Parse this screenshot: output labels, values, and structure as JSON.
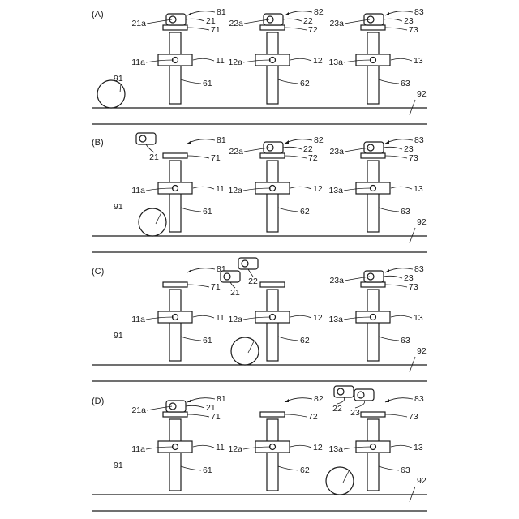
{
  "panels": [
    {
      "label": "(A)",
      "ball_label": "91",
      "rail_label": "92",
      "stations": [
        {
          "dest": "81",
          "lower": "11",
          "lower_a": "11a",
          "post": "61",
          "top": "71",
          "carrier": "21",
          "carrier_a": "21a"
        },
        {
          "dest": "82",
          "lower": "12",
          "lower_a": "12a",
          "post": "62",
          "top": "72",
          "carrier": "22",
          "carrier_a": "22a"
        },
        {
          "dest": "83",
          "lower": "13",
          "lower_a": "13a",
          "post": "63",
          "top": "73",
          "carrier": "23",
          "carrier_a": "23a"
        }
      ],
      "loose": []
    },
    {
      "label": "(B)",
      "ball_label": "91",
      "rail_label": "92",
      "stations": [
        {
          "dest": "81",
          "lower": "11",
          "lower_a": "11a",
          "post": "61",
          "top": "71",
          "carrier": "",
          "carrier_a": ""
        },
        {
          "dest": "82",
          "lower": "12",
          "lower_a": "12a",
          "post": "62",
          "top": "72",
          "carrier": "22",
          "carrier_a": "22a"
        },
        {
          "dest": "83",
          "lower": "13",
          "lower_a": "13a",
          "post": "63",
          "top": "73",
          "carrier": "23",
          "carrier_a": "23a"
        }
      ],
      "loose": [
        {
          "label": "21"
        }
      ]
    },
    {
      "label": "(C)",
      "ball_label": "91",
      "rail_label": "92",
      "stations": [
        {
          "dest": "81",
          "lower": "11",
          "lower_a": "11a",
          "post": "61",
          "top": "71",
          "carrier": "",
          "carrier_a": ""
        },
        {
          "dest": "",
          "lower": "12",
          "lower_a": "12a",
          "post": "62",
          "top": "",
          "carrier": "",
          "carrier_a": ""
        },
        {
          "dest": "83",
          "lower": "13",
          "lower_a": "13a",
          "post": "63",
          "top": "73",
          "carrier": "23",
          "carrier_a": "23a"
        }
      ],
      "loose": [
        {
          "label": "21"
        },
        {
          "label": "22"
        }
      ]
    },
    {
      "label": "(D)",
      "ball_label": "91",
      "rail_label": "92",
      "stations": [
        {
          "dest": "81",
          "lower": "11",
          "lower_a": "11a",
          "post": "61",
          "top": "71",
          "carrier": "21",
          "carrier_a": "21a"
        },
        {
          "dest": "82",
          "lower": "12",
          "lower_a": "12a",
          "post": "62",
          "top": "72",
          "carrier": "",
          "carrier_a": ""
        },
        {
          "dest": "83",
          "lower": "13",
          "lower_a": "13a",
          "post": "63",
          "top": "73",
          "carrier": "",
          "carrier_a": ""
        }
      ],
      "loose": [
        {
          "label": "22"
        },
        {
          "label": "23"
        }
      ]
    }
  ]
}
